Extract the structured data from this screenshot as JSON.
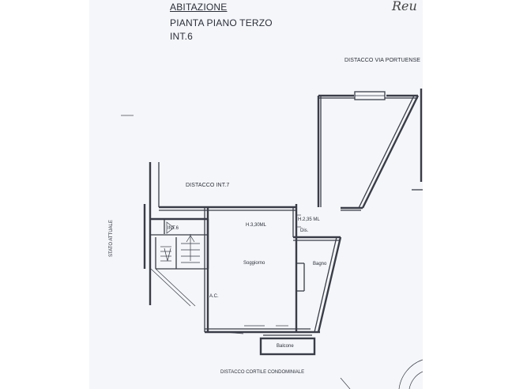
{
  "document": {
    "heading": "ABITAZIONE",
    "subtitle": "PIANTA PIANO TERZO",
    "unit": "INT.6",
    "handwriting": "Reu"
  },
  "labels": {
    "distacco_via": "DISTACCO VIA PORTUENSE",
    "distacco_int7": "DISTACCO INT.7",
    "stato_attuale": "STATO ATTUALE",
    "int6": "INT.6",
    "height_main": "H.3,30ML",
    "height_service": "H.2,35 ML",
    "dis": "Dis.",
    "soggiorno": "Soggiorno",
    "bagno": "Bagno",
    "ac": "A.C.",
    "balcone": "Balcone",
    "distacco_cortile": "DISTACCO CORTILE CONDOMINIALE"
  }
}
